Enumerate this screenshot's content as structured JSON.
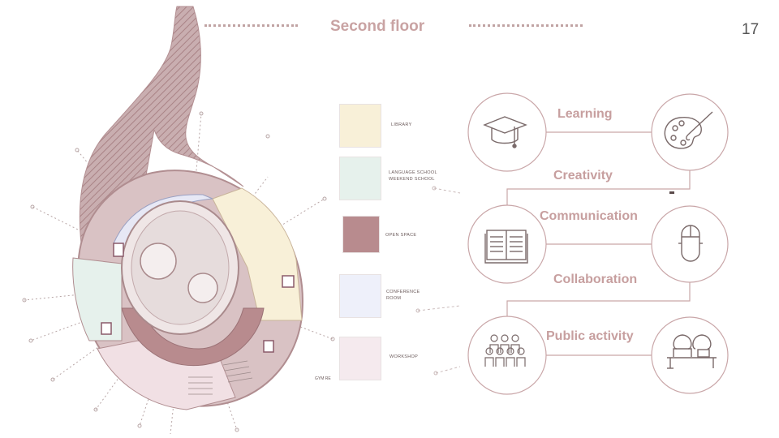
{
  "header": {
    "title": "Second floor",
    "page_number": "17"
  },
  "legend": {
    "items": [
      {
        "id": "library",
        "color": "#f8f0d8",
        "lines": [
          "LIBRARY",
          ""
        ]
      },
      {
        "id": "language",
        "color": "#e6f1ec",
        "lines": [
          "LANGUAGE  SCHOOL",
          "WEEKEND    SCHOOL"
        ]
      },
      {
        "id": "open-space",
        "color": "#b88b8e",
        "lines": [
          "OPEN SPACE",
          ""
        ]
      },
      {
        "id": "conference",
        "color": "#eef0fa",
        "lines": [
          "CONFERENCE",
          "ROOM"
        ]
      },
      {
        "id": "workshop",
        "color": "#f5eaee",
        "lines": [
          "WORKSHOP",
          ""
        ]
      }
    ]
  },
  "plan": {
    "label_gym": "GYM  RE"
  },
  "concepts": {
    "labels": [
      "Learning",
      "Creativity",
      "Communication",
      "Collaboration",
      "Public activity"
    ],
    "icons": [
      {
        "name": "graduation-cap-icon"
      },
      {
        "name": "palette-icon"
      },
      {
        "name": "open-book-icon"
      },
      {
        "name": "computer-mouse-icon"
      },
      {
        "name": "group-of-people-icon"
      },
      {
        "name": "people-at-desk-icon"
      }
    ],
    "line_color": "#c9a6a8",
    "circle_color": "#c9a6a8",
    "icon_color": "#7a6a6a"
  }
}
